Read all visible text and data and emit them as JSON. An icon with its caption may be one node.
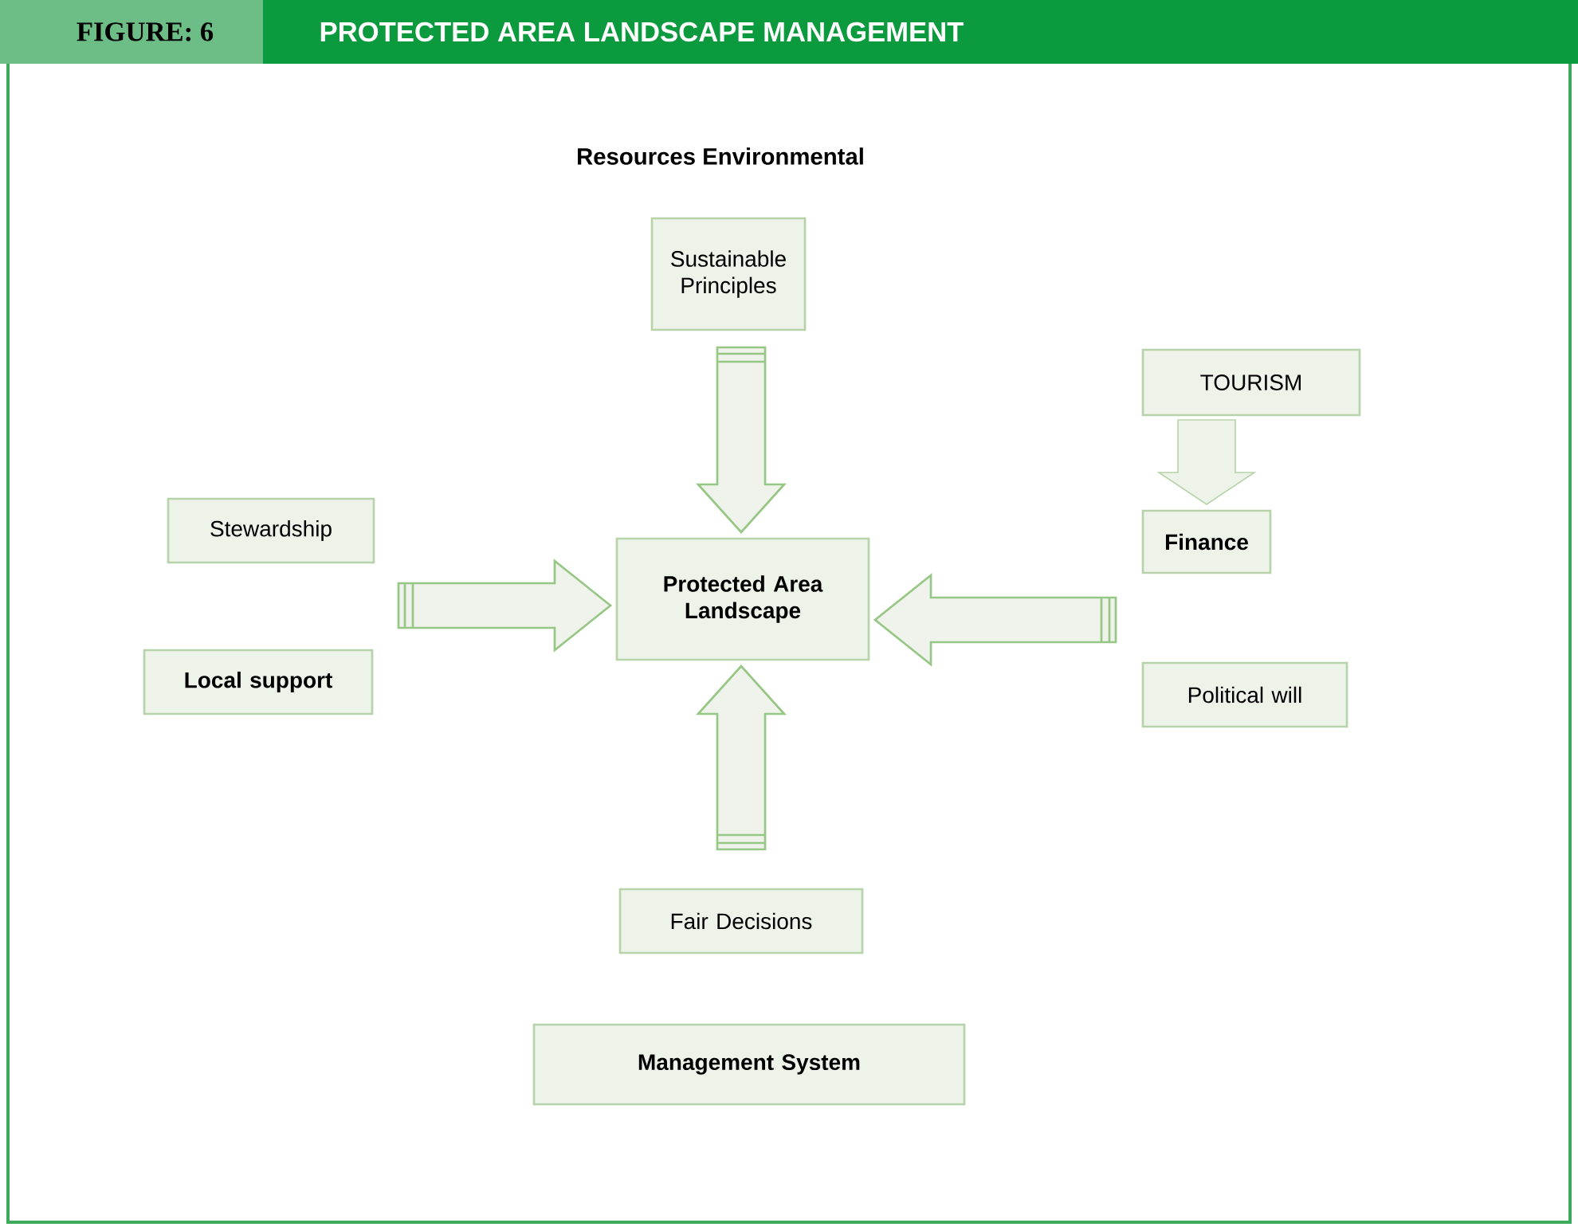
{
  "diagram": {
    "title": "PROTECTED AREA LANDSCAPE MANAGEMENT",
    "nodes": [
      {
        "text": [
          "Sustainable Principles"
        ]
      },
      {
        "text": [
          "Stewardship"
        ]
      },
      {
        "text": [
          "Local support"
        ]
      },
      {
        "text": [
          "Protected Area Landscape"
        ]
      },
      {
        "text": [
          "TOURISM"
        ]
      },
      {
        "text": [
          "Finance"
        ]
      },
      {
        "text": [
          "Political will"
        ]
      },
      {
        "text": [
          "Fair Decisions"
        ]
      },
      {
        "text": [
          "Management System"
        ]
      }
    ],
    "edges": [
      {
        "from": 0,
        "to": 3,
        "arrow": "to"
      },
      {
        "from": null,
        "to": 3,
        "arrow": "to"
      },
      {
        "from": null,
        "to": 3,
        "arrow": "to"
      },
      {
        "from": 7,
        "to": 3,
        "arrow": "to"
      },
      {
        "from": 4,
        "to": 5,
        "arrow": "to"
      }
    ],
    "labels": [
      "FIGURE: 6",
      "Resources Environmental"
    ]
  }
}
